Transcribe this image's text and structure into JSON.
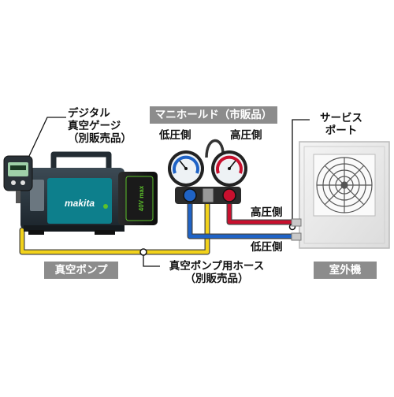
{
  "labels": {
    "digital_gauge": [
      "デジタル",
      "真空ゲージ",
      "（別販売品）"
    ],
    "manifold_tag": "マニホールド（市販品）",
    "low_side_top": "低圧側",
    "high_side_top": "高圧側",
    "service_port": [
      "サービス",
      "ポート"
    ],
    "high_side_line": "高圧側",
    "low_side_line": "低圧側",
    "vacuum_pump_tag": "真空ポンプ",
    "pump_hose": [
      "真空ポンプ用ホース",
      "（別販売品）"
    ],
    "outdoor_unit_tag": "室外機",
    "brand_logo": "makita",
    "battery_text": "40V max"
  },
  "colors": {
    "hose_yellow": "#f2d21b",
    "hose_red": "#c8102e",
    "hose_blue": "#1f63c6",
    "makita_teal": "#0d7f8c",
    "tag_gray": "#8c8c8c",
    "battery_green": "#5cc12b"
  },
  "icons": [
    "vacuum-gauge-icon",
    "vacuum-pump-icon",
    "manifold-gauge-icon",
    "outdoor-unit-icon",
    "fan-grille-icon"
  ]
}
